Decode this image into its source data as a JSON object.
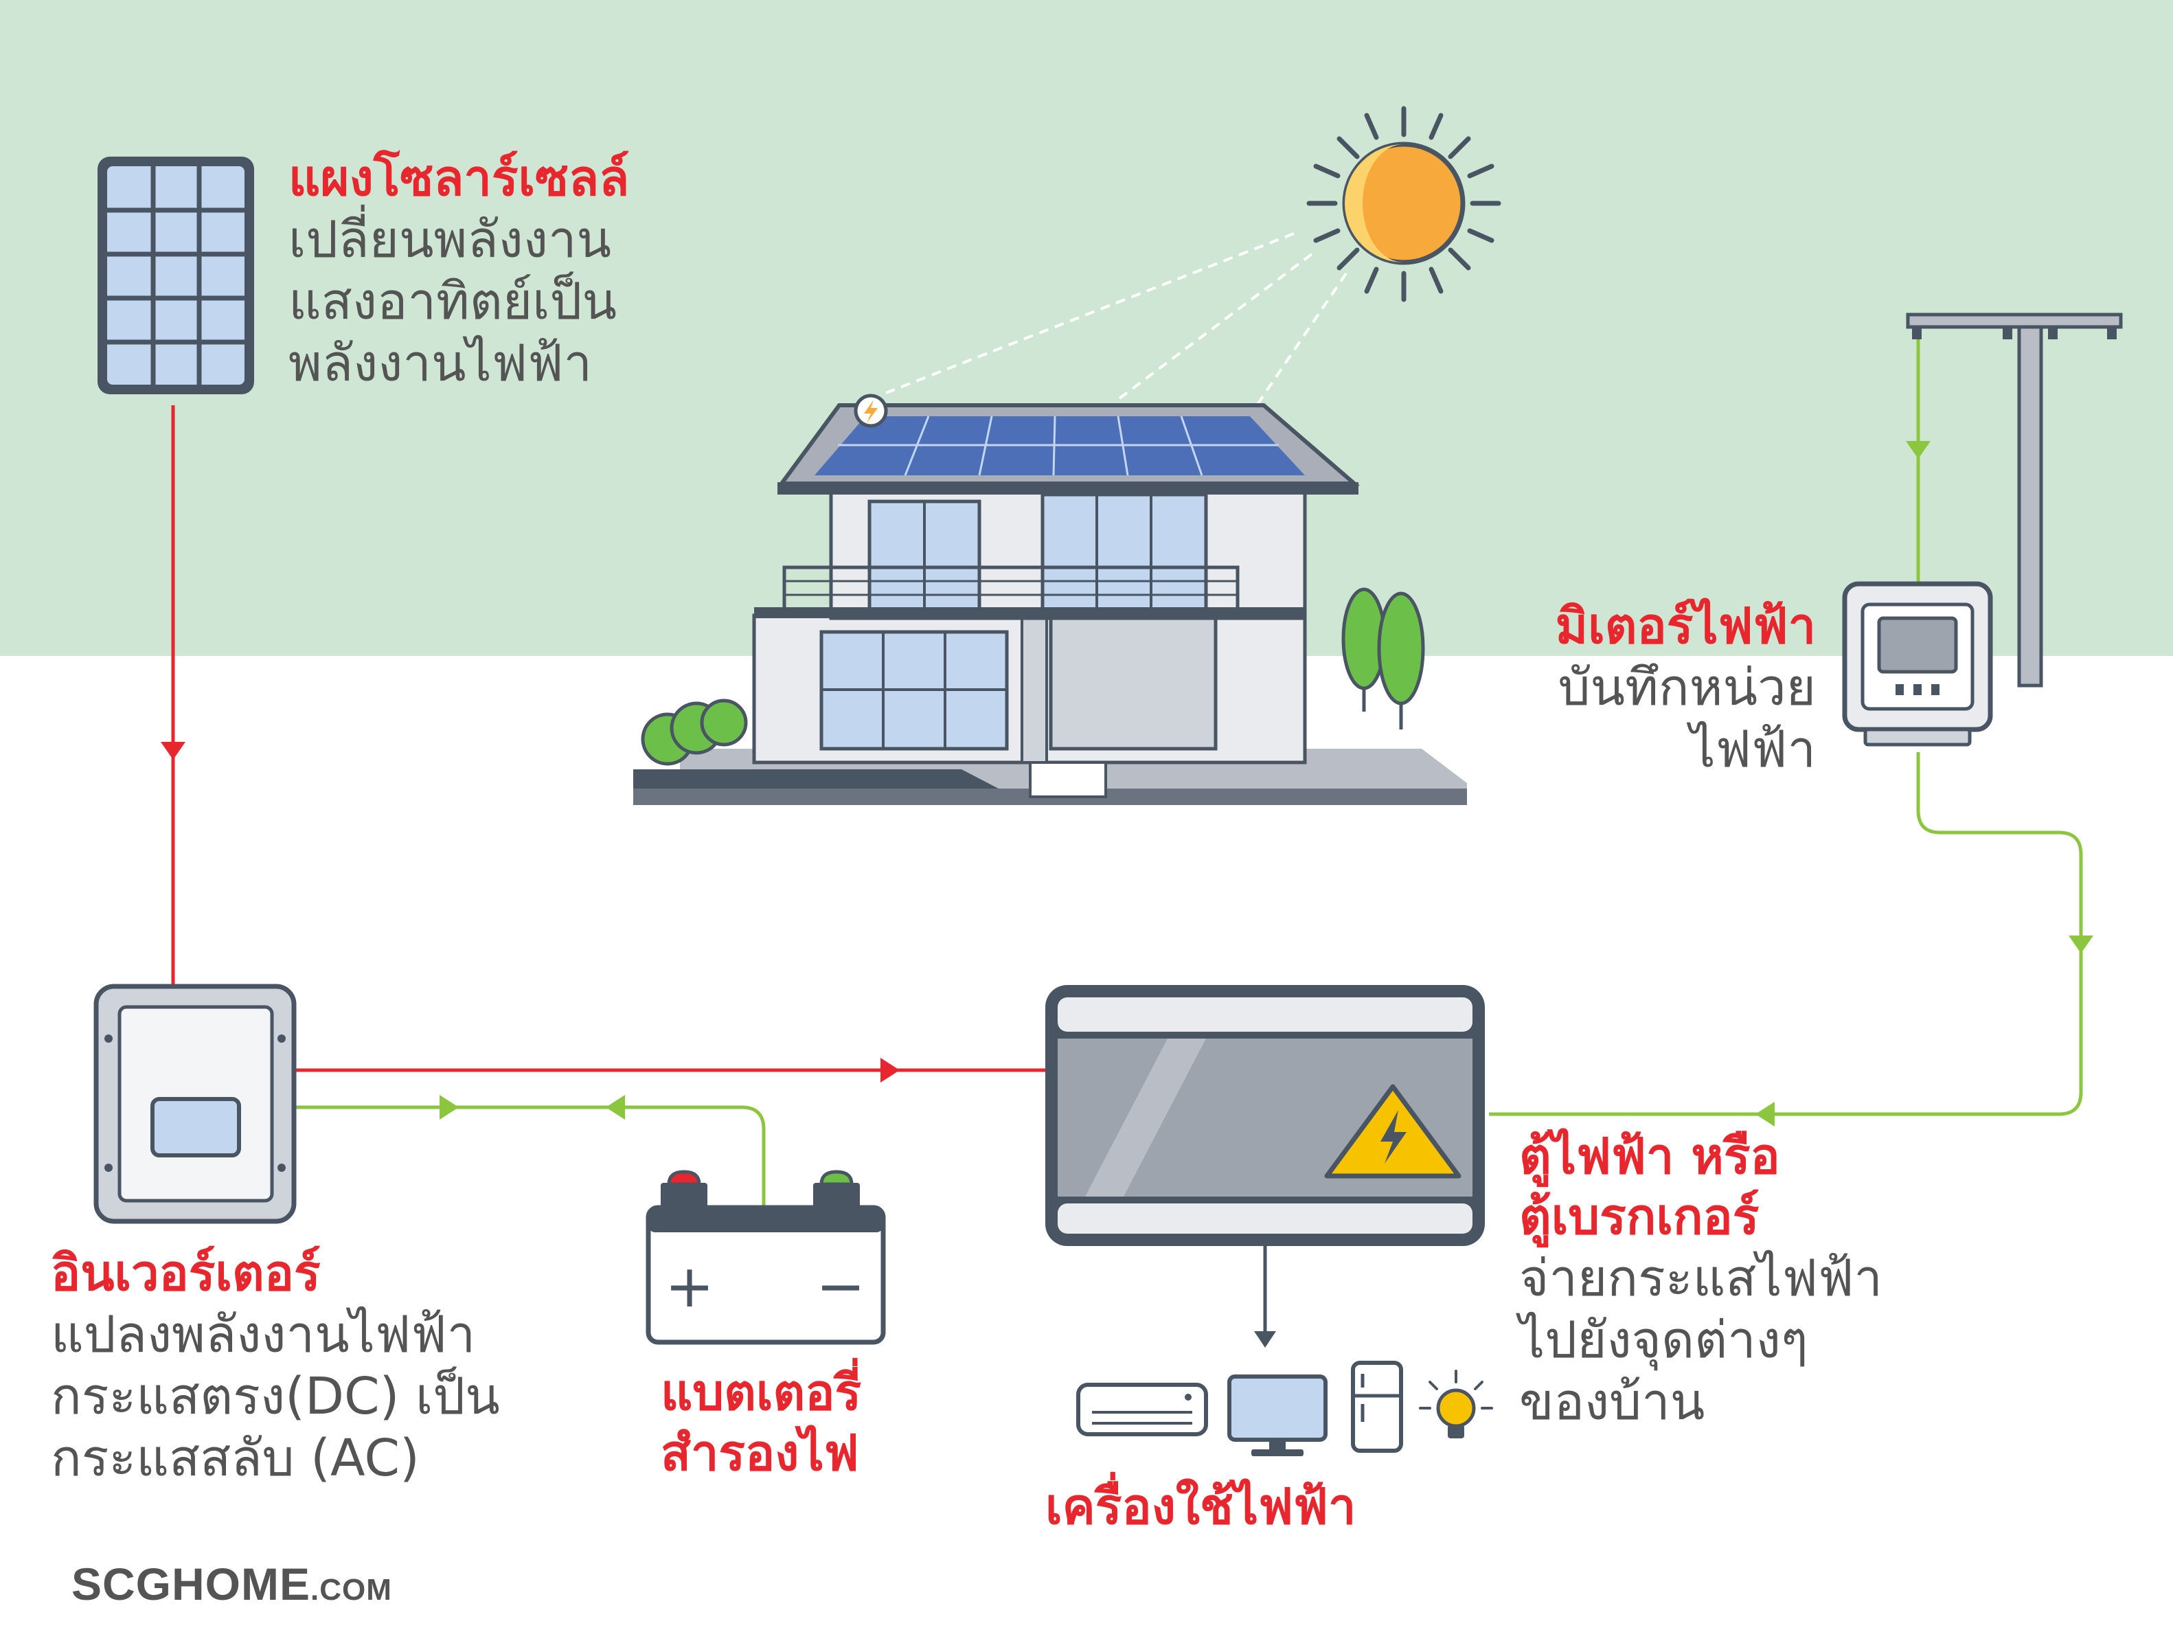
{
  "colors": {
    "sky": "#cfe6d4",
    "accent_red": "#e8262e",
    "text_gray": "#545454",
    "dc_wire": "#e8262e",
    "ac_wire": "#8cc63f",
    "outline": "#4a5563",
    "sun": "#f7a93b"
  },
  "components": {
    "solar_panel": {
      "icon": "solar-panel-icon",
      "title": "แผงโซลาร์เซลล์",
      "desc": [
        "เปลี่ยนพลังงาน",
        "แสงอาทิตย์เป็น",
        "พลังงานไฟฟ้า"
      ]
    },
    "meter": {
      "icon": "electric-meter-icon",
      "title": "มิเตอร์ไฟฟ้า",
      "desc": [
        "บันทึกหน่วย",
        "ไฟฟ้า"
      ]
    },
    "inverter": {
      "icon": "inverter-icon",
      "title": "อินเวอร์เตอร์",
      "desc": [
        "แปลงพลังงานไฟฟ้า",
        "กระแสตรง(DC) เป็น",
        "กระแสสลับ (AC)"
      ]
    },
    "battery": {
      "icon": "battery-icon",
      "title": [
        "แบตเตอรี่",
        "สำรองไฟ"
      ],
      "terminals": [
        "+",
        "−"
      ]
    },
    "breaker": {
      "icon": "breaker-box-icon",
      "title": [
        "ตู้ไฟฟ้า หรือ",
        "ตู้เบรกเกอร์"
      ],
      "desc": [
        "จ่ายกระแสไฟฟ้า",
        "ไปยังจุดต่างๆ",
        "ของบ้าน"
      ]
    },
    "appliances": {
      "icons": [
        "air-conditioner-icon",
        "computer-monitor-icon",
        "refrigerator-icon",
        "light-bulb-icon"
      ],
      "title": "เครื่องใช้ไฟฟ้า"
    },
    "scene": {
      "icons": [
        "sun-icon",
        "house-icon",
        "power-pole-icon"
      ]
    }
  },
  "brand": {
    "name": "SCGHOME",
    "suffix": ".COM"
  }
}
